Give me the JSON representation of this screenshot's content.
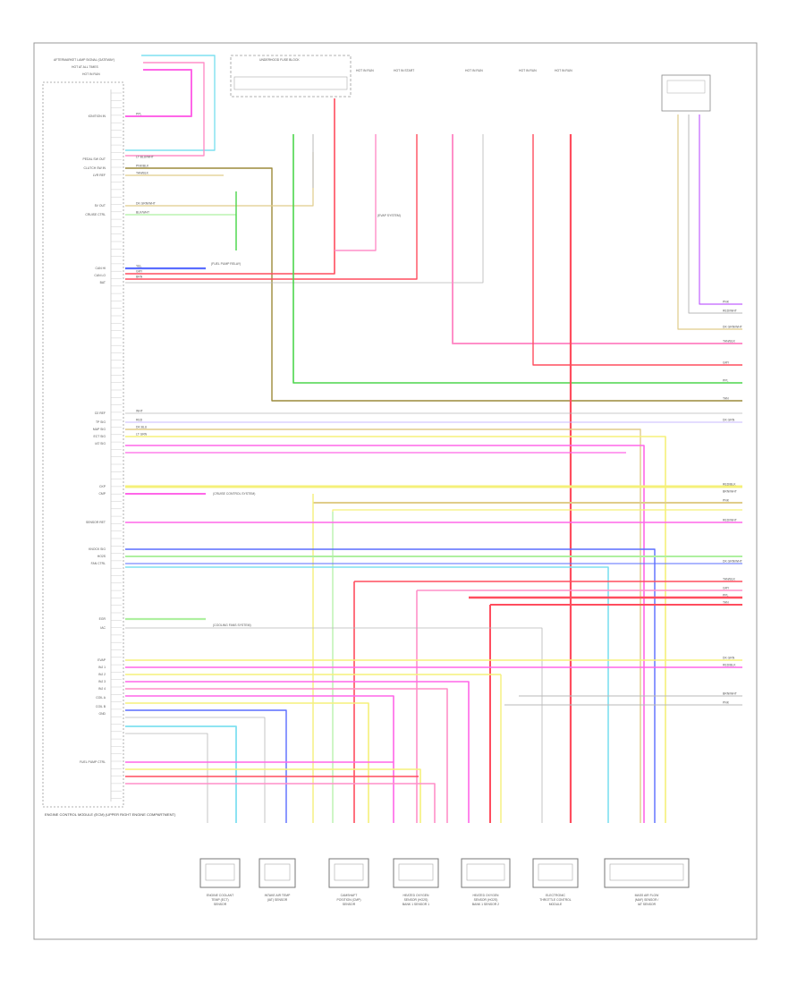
{
  "diagram": {
    "module_label": "ENGINE CONTROL MODULE (ECM) (UPPER RIGHT ENGINE COMPARTMENT)",
    "fuse_block_label": "UNDERHOOD FUSE BLOCK",
    "top_left_labels": [
      "AFTERMARKET LAMP SIGNAL (GATEWAY)",
      "HOT AT ALL TIMES",
      "HOT IN RUN"
    ],
    "left_pins": [
      "IGNITION IN",
      "PEDAL SW OUT",
      "CLUTCH SW IN",
      "LVR REF",
      "5V OUT",
      "CRUISE CTRL",
      "CAN HI",
      "CAN LO",
      "BAT",
      "O2 REF",
      "TP SIG",
      "MAP SIG",
      "ECT SIG",
      "IAT SIG",
      "CKP",
      "CMP",
      "SENSOR RET",
      "KNOCK SIG",
      "HO2S",
      "FAN CTRL",
      "EGR",
      "IAC",
      "EVAP",
      "INJ 1",
      "INJ 2",
      "INJ 3",
      "INJ 4",
      "COIL A",
      "COIL B",
      "GND",
      "FUEL PUMP CTRL"
    ],
    "wire_tags": [
      "PPL",
      "LT BLU/WHT",
      "PNK/BLK",
      "TAN/BLK",
      "DK GRN/WHT",
      "BLK/WHT",
      "YEL",
      "GRY",
      "BRN",
      "WHT",
      "RED",
      "DK BLU",
      "LT GRN"
    ],
    "right_tags": [
      "PNK",
      "RED/WHT",
      "DK GRN/WHT",
      "TAN/BLK",
      "GRY",
      "PPL",
      "TAN",
      "DK GRN",
      "RED/BLK",
      "BRN/WHT"
    ],
    "callouts": [
      "(FUEL PUMP RELAY)",
      "(CRUISE CONTROL SYSTEM)",
      "(COOLING FANS SYSTEM)",
      "(EVAP SYSTEM)"
    ],
    "components": [
      {
        "label": "ENGINE COOLANT TEMP (ECT) SENSOR"
      },
      {
        "label": "INTAKE AIR TEMP (IAT) SENSOR"
      },
      {
        "label": "CAMSHAFT POSITION (CMP) SENSOR"
      },
      {
        "label": "HEATED OXYGEN SENSOR (HO2S) BANK 1 SENSOR 1"
      },
      {
        "label": "HEATED OXYGEN SENSOR (HO2S) BANK 1 SENSOR 2"
      },
      {
        "label": "ELECTRONIC THROTTLE CONTROL MODULE"
      },
      {
        "label": "MASS AIR FLOW (MAF) SENSOR / IAT SENSOR"
      }
    ],
    "fuse_labels": [
      "HOT IN RUN",
      "HOT IN START",
      "HOT IN RUN",
      "HOT IN RUN",
      "HOT IN RUN"
    ],
    "colors": {
      "pink": "#ff8fc8",
      "red": "#ff4d5e",
      "magenta": "#ff66e8",
      "yellow": "#f5f07a",
      "tan": "#e0cc8a",
      "green": "#4cd64c",
      "lightgreen": "#aef0a0",
      "blue": "#5a6dff",
      "cyan": "#7fe0f0",
      "gray": "#b8b8b8",
      "olive": "#9c8a3a",
      "lavender": "#c9b8ff",
      "purple": "#c060ff",
      "line": "#888888"
    }
  }
}
